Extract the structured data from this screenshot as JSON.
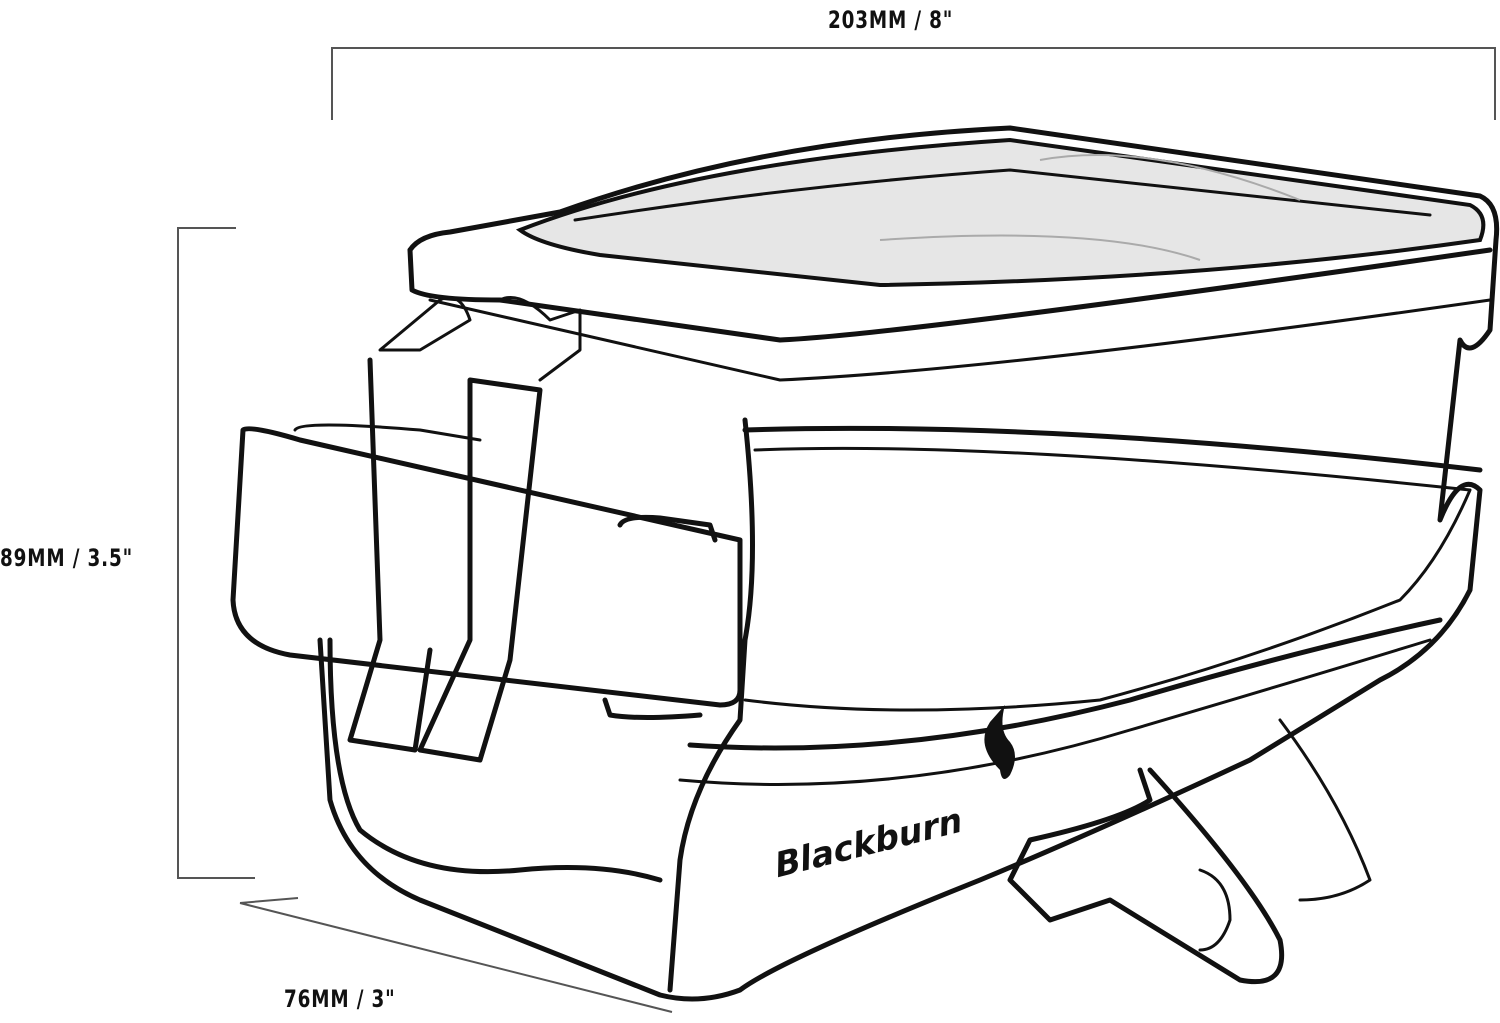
{
  "dimensions": {
    "length": "203MM / 8\"",
    "height": "89MM / 3.5\"",
    "width": "76MM / 3\""
  },
  "brand": "Blackburn",
  "colors": {
    "line": "#111111",
    "window": "#e6e6e6",
    "dimension_line": "#555555"
  }
}
